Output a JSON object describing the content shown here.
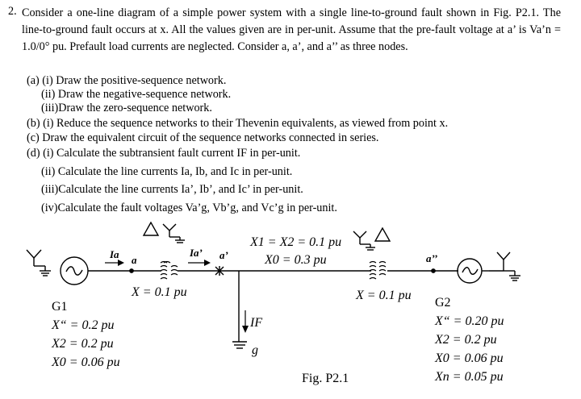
{
  "problem": {
    "number": "2.",
    "intro": "Consider a one-line diagram of a simple power system with a single line-to-ground fault shown in Fig. P2.1. The line-to-ground fault occurs at x. All the values given are in per-unit. Assume that the pre-fault voltage at a’ is Va’n = 1.0/0° pu. Prefault load currents are neglected. Consider a, a’, and a’’ as three nodes.",
    "items": [
      "(a) (i) Draw the positive-sequence network.",
      "(ii) Draw the negative-sequence network.",
      "(iii)Draw the zero-sequence network.",
      "(b) (i) Reduce the sequence networks to their Thevenin equivalents, as viewed from point x.",
      "(c) Draw the equivalent circuit of the sequence networks connected in series.",
      "(d) (i) Calculate the subtransient fault current IF in per-unit.",
      "(ii) Calculate the line currents Ia, Ib, and Ic in per-unit.",
      "(iii)Calculate the line currents Ia’, Ib’, and Ic’ in per-unit.",
      "(iv)Calculate the fault voltages Va’g, Vb’g, and Vc’g in per-unit."
    ]
  },
  "diagram": {
    "line_x12": "X1 = X2 = 0.1 pu",
    "line_x0": "X0 = 0.3 pu",
    "t1_x": "X = 0.1 pu",
    "t2_x": "X = 0.1 pu",
    "node_a": "a",
    "node_a1": "a’",
    "node_a2": "a’’",
    "cur_ia": "Ia",
    "cur_ia1": "Ia’",
    "cur_if": "IF",
    "ground": "g",
    "g1": {
      "name": "G1",
      "xd": "X“ = 0.2 pu",
      "x2": "X2 = 0.2 pu",
      "x0": "X0 = 0.06 pu"
    },
    "g2": {
      "name": "G2",
      "xd": "X“ = 0.20 pu",
      "x2": "X2 = 0.2 pu",
      "x0": "X0 = 0.06 pu",
      "xn": "Xn = 0.05 pu"
    },
    "caption": "Fig. P2.1"
  }
}
